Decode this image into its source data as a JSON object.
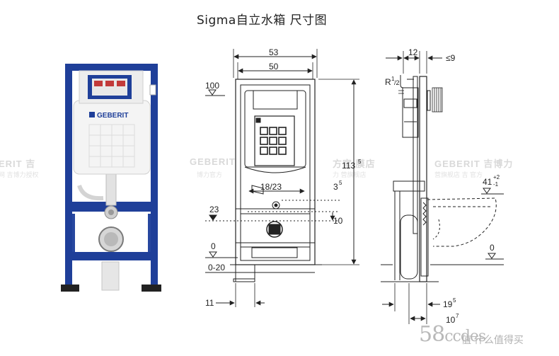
{
  "title": "Sigma自立水箱 尺寸图",
  "brand": "GEBERIT",
  "watermark": {
    "left": "ERIT 吉",
    "left_sub": "网 吉博力授权",
    "middle": "GEBERIT",
    "middle_sub": "博力官方",
    "middle_right": "方官 膜店",
    "middle_right_sub": "力 营旗舰店",
    "right": "GEBERIT 吉博力",
    "right_sub": "营旗舰店 吉 官方"
  },
  "footer": {
    "logo_text": "58",
    "logo_tail": "ccdes",
    "caption": "值 什么值得买"
  },
  "front_view": {
    "width_outer": "53",
    "width_inner": "50",
    "top_level": "100",
    "height": "113",
    "height_sup": "5",
    "plate_spacing": "18/23",
    "offset_small": "3",
    "offset_small_sup": "5",
    "level_23": "23",
    "level_10": "10",
    "level_0": "0",
    "floor_range": "0-20",
    "foot_offset": "11"
  },
  "side_view": {
    "depth_top": "12",
    "depth_max": "≤9",
    "pipe_label": "R",
    "pipe_sup": "1",
    "pipe_sub": "/2",
    "pan_height": "41",
    "pan_tol_up": "+2",
    "pan_tol_down": "-1",
    "level_0": "0",
    "depth_bottom": "19",
    "depth_bottom_sup": "5",
    "depth_lower": "10",
    "depth_lower_sup": "7"
  }
}
